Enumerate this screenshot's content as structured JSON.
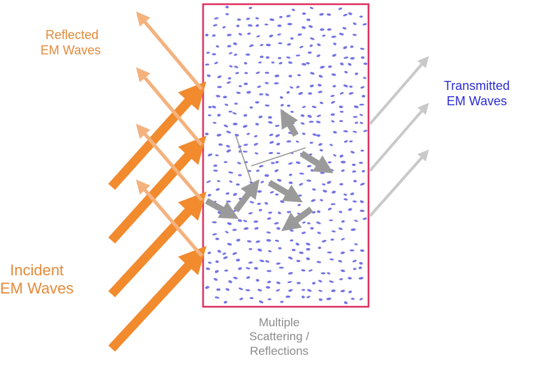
{
  "labels": {
    "reflected": [
      "Reflected",
      "EM Waves"
    ],
    "incident": [
      "Incident",
      "EM Waves"
    ],
    "transmitted": [
      "Transmitted",
      "EM Waves"
    ],
    "scattering": [
      "Multiple",
      "Scattering /",
      "Reflections"
    ]
  },
  "colors": {
    "incident": "#F28A2E",
    "reflected": "#F4B27E",
    "transmitted": "#C9C9C9",
    "scatter_arrow": "#9A9A9A",
    "box_border": "#E03060",
    "particles": "#5A5ADF"
  }
}
